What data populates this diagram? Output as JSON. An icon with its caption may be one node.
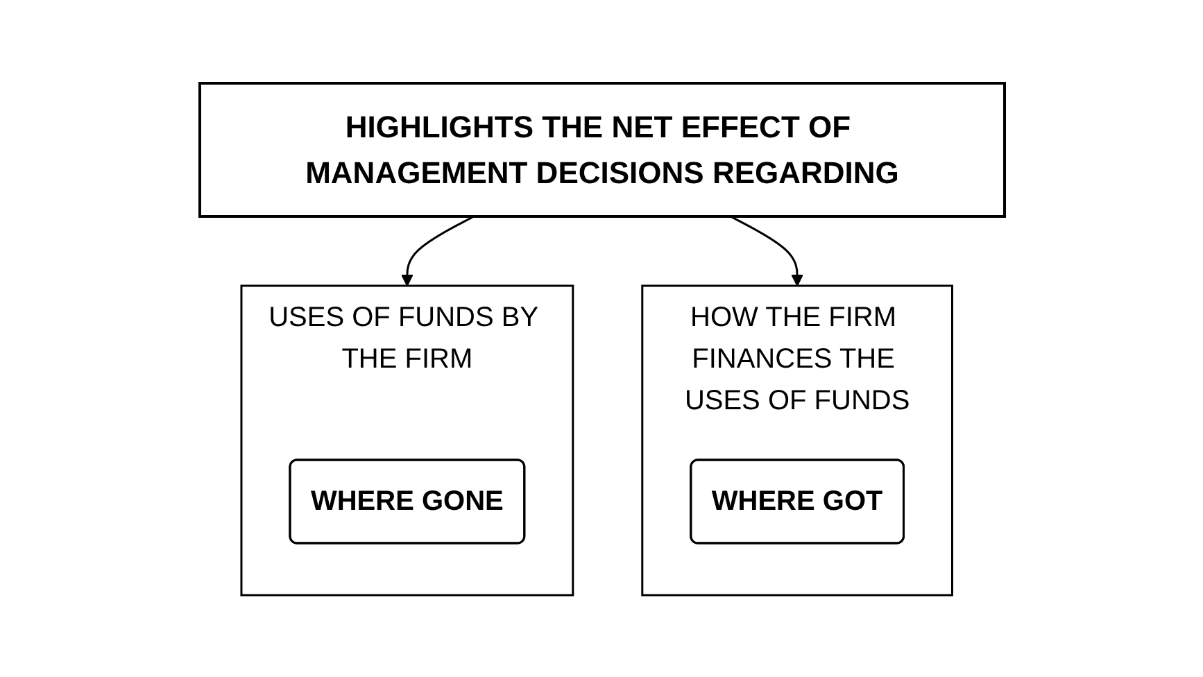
{
  "diagram": {
    "nodes": [
      {
        "text": [
          "HIGHLIGHTS THE NET EFFECT OF MANAGEMENT DECISIONS REGARDING"
        ]
      },
      {
        "text": [
          "USES OF FUNDS BY THE FIRM"
        ]
      },
      {
        "text": [
          "WHERE GONE"
        ],
        "in": 1
      },
      {
        "text": [
          "HOW THE FIRM FINANCES THE USES OF FUNDS"
        ]
      },
      {
        "text": [
          "WHERE GOT"
        ],
        "in": 3
      }
    ],
    "edges": [
      {
        "from": 0,
        "to": 1,
        "arrow": "to"
      },
      {
        "from": 0,
        "to": 3,
        "arrow": "to"
      }
    ]
  }
}
